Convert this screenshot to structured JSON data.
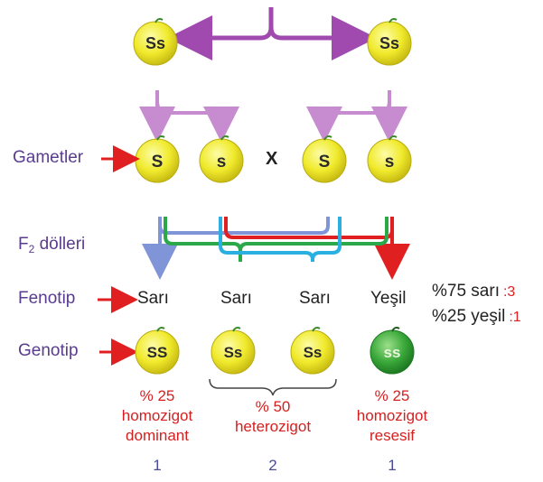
{
  "parents": [
    {
      "label": "Ss"
    },
    {
      "label": "Ss"
    }
  ],
  "side_labels": {
    "gametes": "Gametler",
    "f2_prefix": "F",
    "f2_sub": "2",
    "f2_suffix": " dölleri",
    "phenotype": "Fenotip",
    "genotype": "Genotip"
  },
  "gametes": [
    "S",
    "s",
    "S",
    "s"
  ],
  "cross_symbol": "X",
  "phenotypes": [
    "Sarı",
    "Sarı",
    "Sarı",
    "Yeşil"
  ],
  "genotypes": [
    "SS",
    "Ss",
    "Ss",
    "ss"
  ],
  "stats": [
    {
      "text": "%75 sarı",
      "ratio": ":3"
    },
    {
      "text": "%25 yeşil",
      "ratio": ":1"
    }
  ],
  "groups": [
    {
      "line1": "% 25",
      "line2": "homozigot",
      "line3": "dominant",
      "count": "1"
    },
    {
      "line1": "% 50",
      "line2": "heterozigot",
      "line3": "",
      "count": "2"
    },
    {
      "line1": "% 25",
      "line2": "homozigot",
      "line3": "resesif",
      "count": "1"
    }
  ],
  "colors": {
    "yellow_pea": "#f2ee3a",
    "green_pea": "#3aa83a",
    "purple_arrow": "#a04ab0",
    "light_purple_arrow": "#c78bd0",
    "red": "#e02020",
    "blue": "#7f95d8",
    "green_line": "#2aa84a",
    "cyan_line": "#2ab0e0"
  }
}
